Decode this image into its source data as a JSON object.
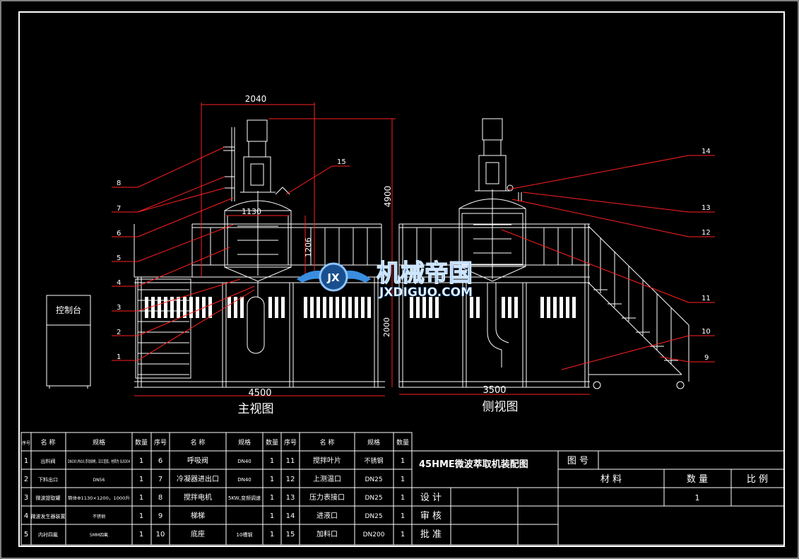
{
  "dimensions": {
    "width_front": "2040",
    "height_total": "4900",
    "tank_diameter": "1130",
    "tank_height": "1206",
    "platform_height": "2000",
    "overall_width": "4500",
    "side_width": "3500"
  },
  "view_labels": {
    "front": "主视图",
    "side": "侧视图"
  },
  "control_panel_label": "控制台",
  "callouts": [
    "1",
    "2",
    "3",
    "4",
    "5",
    "6",
    "7",
    "8",
    "9",
    "10",
    "11",
    "12",
    "13",
    "14",
    "15"
  ],
  "watermark": {
    "title": "机械帝国",
    "url": "JXDIGUO.COM",
    "logo_text": "JX"
  },
  "bom": {
    "headers": {
      "seq": "序号",
      "name": "名  称",
      "spec": "规格",
      "qty": "数量",
      "seq_mid": "序号",
      "name_mid": "名    称",
      "spec_mid": "规格",
      "qty_mid": "数量",
      "seq_r": "序号",
      "name_r": "名  称",
      "spec_r": "规格",
      "qty_r": "数量"
    },
    "rows": [
      {
        "c1": [
          "1",
          "出料阀",
          "DN100,PN10,手动球阀，法兰连接，材质为 SUS304",
          "1"
        ],
        "c2": [
          "6",
          "呼吸阀",
          "DN40",
          "1"
        ],
        "c3": [
          "11",
          "搅拌叶片",
          "不锈钢",
          "1"
        ]
      },
      {
        "c1": [
          "2",
          "下料出口",
          "DN56",
          "1"
        ],
        "c2": [
          "7",
          "冷凝器进出口",
          "DN40",
          "1"
        ],
        "c3": [
          "12",
          "上测温口",
          "DN25",
          "1"
        ]
      },
      {
        "c1": [
          "3",
          "微波提取罐",
          "筒体Φ1130×1200，1000升",
          "1"
        ],
        "c2": [
          "8",
          "搅拌电机",
          "5KW,变频调速",
          "1"
        ],
        "c3": [
          "13",
          "压力表接口",
          "DN25",
          "1"
        ]
      },
      {
        "c1": [
          "4",
          "微波发生器装置",
          "不锈钢",
          "1"
        ],
        "c2": [
          "9",
          "梯梯",
          "",
          "1"
        ],
        "c3": [
          "14",
          "进液口",
          "DN25",
          "1"
        ]
      },
      {
        "c1": [
          "5",
          "内衬四氟",
          "5MM四氟",
          "1"
        ],
        "c2": [
          "10",
          "底座",
          "10槽钢",
          "1"
        ],
        "c3": [
          "15",
          "加料口",
          "DN200",
          "1"
        ]
      }
    ]
  },
  "title_block": {
    "title": "45HME微波萃取机装配图",
    "drawing_no_label": "图 号",
    "material_label": "材    料",
    "quantity_label": "数 量",
    "scale_label": "比    例",
    "quantity_value": "1",
    "design_label": "设 计",
    "review_label": "审 核",
    "approve_label": "批 准"
  },
  "colors": {
    "background": "#000000",
    "line": "#ffffff",
    "leader": "#ff2020",
    "watermark_blue": "#2a7fd4"
  }
}
